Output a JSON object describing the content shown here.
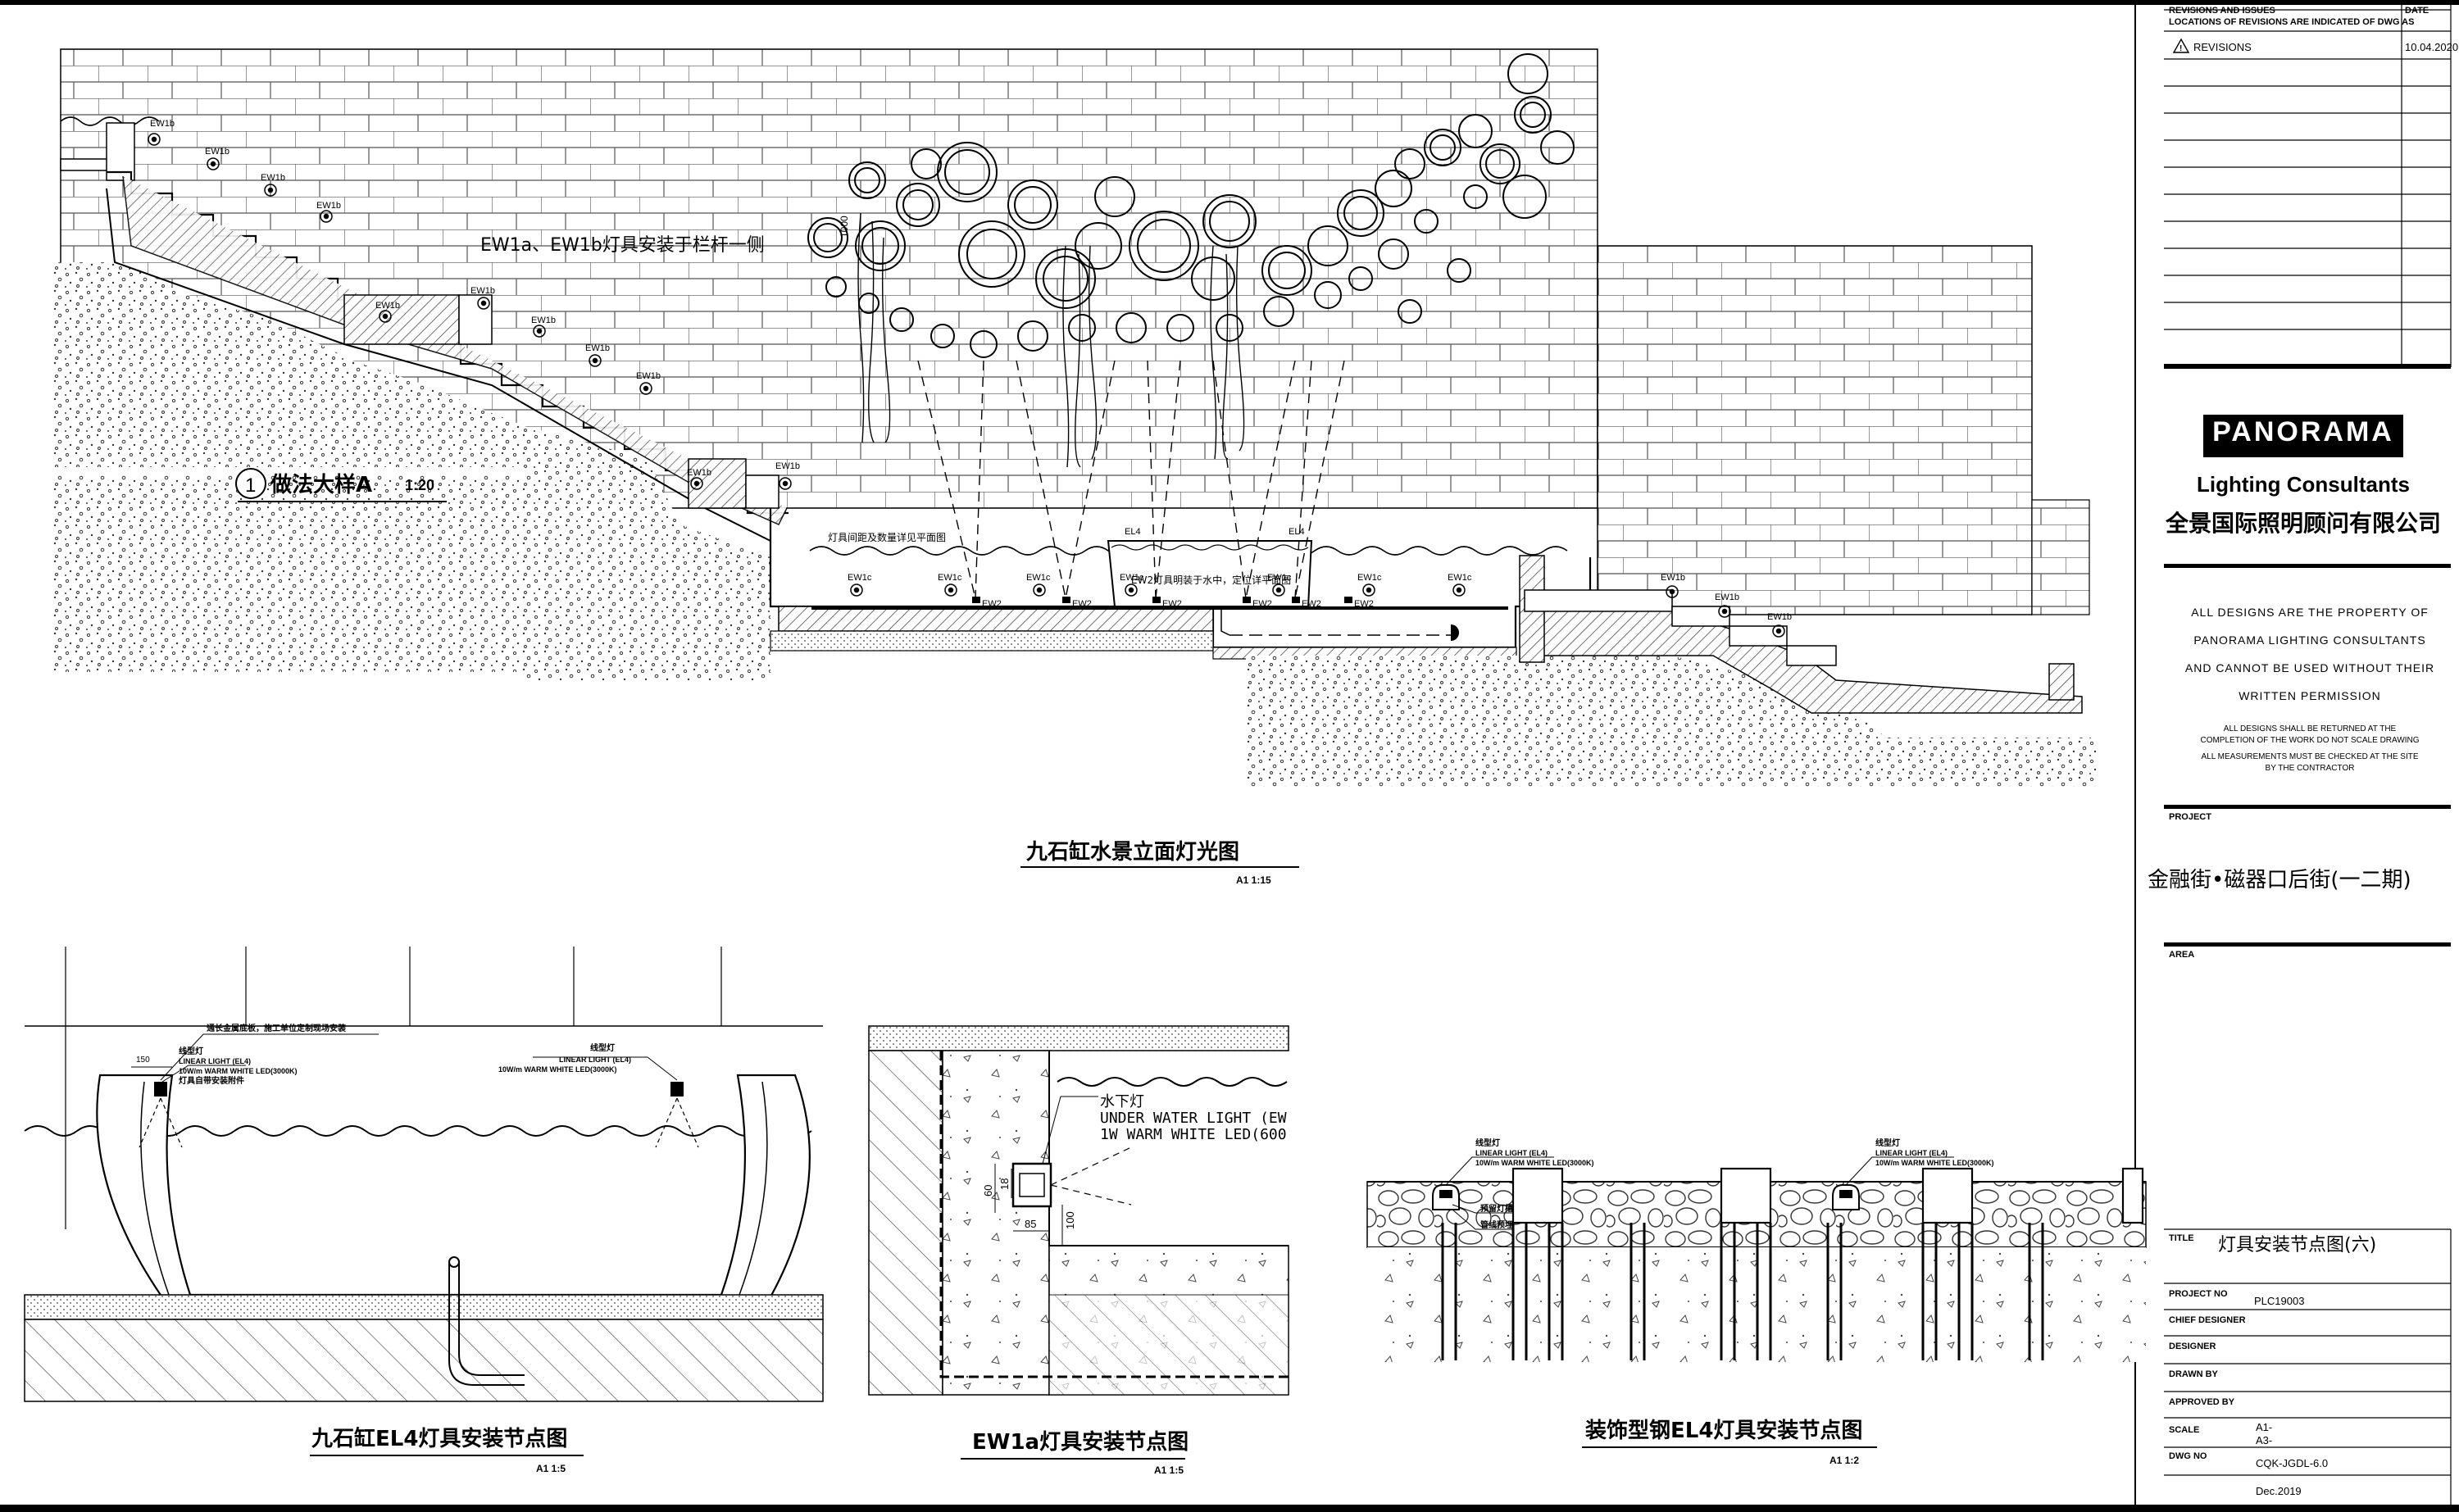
{
  "title_block": {
    "revisions_header": "REVISIONS AND ISSUES",
    "revisions_note": "LOCATIONS OF REVISIONS ARE INDICATED OF DWG AS",
    "date_header": "DATE",
    "revisions_label": "REVISIONS",
    "revision_date": "10.04.2020",
    "logo_text": "PANORAMA",
    "company_en": "Lighting Consultants",
    "company_cn": "全景国际照明顾问有限公司",
    "property_lines": [
      "ALL DESIGNS ARE THE PROPERTY OF",
      "PANORAMA LIGHTING CONSULTANTS",
      "AND CANNOT BE USED WITHOUT THEIR",
      "WRITTEN PERMISSION"
    ],
    "notice_lines": [
      "ALL DESIGNS SHALL BE RETURNED AT THE",
      "COMPLETION OF THE WORK DO NOT SCALE DRAWING",
      "ALL MEASUREMENTS MUST BE CHECKED AT THE SITE",
      "BY THE CONTRACTOR"
    ],
    "project_label": "PROJECT",
    "project_value": "金融街•磁器口后街(一二期)",
    "area_label": "AREA",
    "title_label": "TITLE",
    "title_value": "灯具安装节点图(六)",
    "project_no_label": "PROJECT NO",
    "project_no_value": "PLC19003",
    "chief_designer_label": "CHIEF DESIGNER",
    "designer_label": "DESIGNER",
    "drawn_by_label": "DRAWN BY",
    "approved_by_label": "APPROVED BY",
    "scale_label": "SCALE",
    "scale_values": [
      "A1-",
      "A3-"
    ],
    "dwg_no_label": "DWG NO",
    "dwg_no_value": "CQK-JGDL-6.0",
    "date_value": "Dec.2019"
  },
  "elevation": {
    "note_railing": "EW1a、EW1b灯具安装于栏杆一侧",
    "detail_number": "1",
    "detail_title": "做法大样A",
    "detail_scale": "1:20",
    "note_spacing": "灯具间距及数量详见平面图",
    "note_underwater": "EW2灯具明装于水中，定位详平面图",
    "title": "九石缸水景立面灯光图",
    "scale": "A1  1:15",
    "left_tags": [
      "EW1b",
      "EW1b",
      "EW1b",
      "EW1b",
      "EW1b",
      "EW1b",
      "EW1b",
      "EW1b",
      "EW1b",
      "EW1b",
      "EW1b"
    ],
    "pool_tags": [
      "EW1c",
      "EW1c",
      "EW1c",
      "EW1c",
      "EW1c",
      "EW1c",
      "EW1c"
    ],
    "pool_codes": [
      "EW2",
      "EW2",
      "EW2",
      "EW2",
      "EW2",
      "EW2"
    ],
    "el4_tags": [
      "EL4",
      "EL4"
    ],
    "right_tags": [
      "EW1b",
      "EW1b",
      "EW1b"
    ],
    "dim_left": "1000"
  },
  "detail_el4": {
    "note_top": "通长金属底板，施工单位定制现场安装",
    "dim": "150",
    "left_label_cn": "线型灯",
    "left_label_en": "LINEAR LIGHT (EL4)",
    "left_spec": "10W/m WARM WHITE LED(3000K)",
    "left_note": "灯具自带安装附件",
    "right_label_cn": "线型灯",
    "right_label_en": "LINEAR LIGHT (EL4)",
    "right_spec": "10W/m WARM WHITE LED(3000K)",
    "title": "九石缸EL4灯具安装节点图",
    "scale": "A1  1:5"
  },
  "detail_ew1a": {
    "label_cn": "水下灯",
    "label_en": "UNDER WATER LIGHT (EW",
    "spec": "1W WARM WHITE LED(600",
    "dims": [
      "60",
      "18",
      "100",
      "85"
    ],
    "title": "EW1a灯具安装节点图",
    "scale": "A1  1:5"
  },
  "detail_steel": {
    "label_cn_1": "线型灯",
    "label_en_1": "LINEAR LIGHT (EL4)",
    "spec_1": "10W/m WARM WHITE LED(3000K)",
    "note_bracket": "预留灯槽",
    "note_channel": "管线预埋",
    "label_cn_2": "线型灯",
    "label_en_2": "LINEAR LIGHT (EL4)",
    "spec_2": "10W/m WARM WHITE LED(3000K)",
    "title": "装饰型钢EL4灯具安装节点图",
    "scale": "A1  1:2"
  }
}
